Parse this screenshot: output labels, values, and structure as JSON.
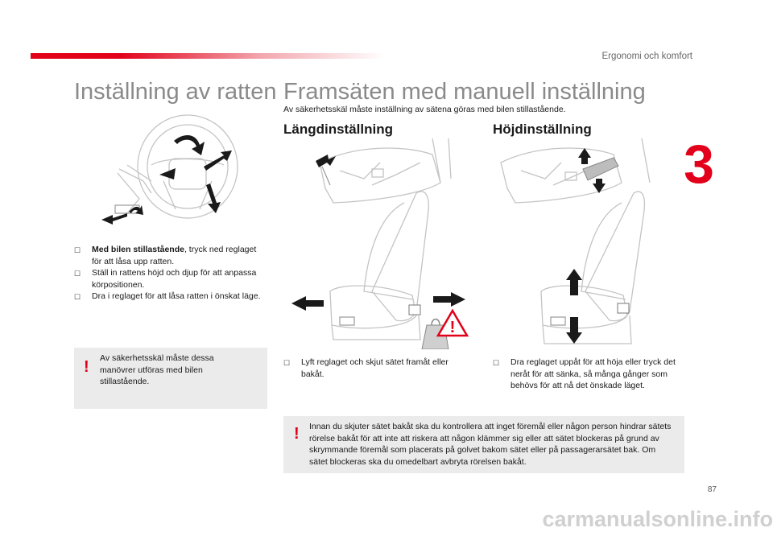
{
  "header": {
    "section": "Ergonomi och komfort",
    "chapter": "3",
    "page_number": "87"
  },
  "steering": {
    "title": "Inställning av ratten",
    "bullets": [
      {
        "bold": "Med bilen stillastående",
        "text": ", tryck ned reglaget för att låsa upp ratten."
      },
      {
        "bold": "",
        "text": "Ställ in rattens höjd och djup för att anpassa körpositionen."
      },
      {
        "bold": "",
        "text": "Dra i reglaget för att låsa ratten i önskat läge."
      }
    ],
    "warning": "Av säkerhetsskäl måste dessa manövrer utföras med bilen stillastående."
  },
  "seats": {
    "title": "Framsäten med manuell inställning",
    "intro": "Av säkerhetsskäl måste inställning av sätena göras med bilen stillastående.",
    "longitudinal": {
      "title": "Längdinställning",
      "bullet": "Lyft reglaget och skjut sätet framåt eller bakåt."
    },
    "height": {
      "title": "Höjdinställning",
      "bullet": "Dra reglaget uppåt för att höja eller tryck det neråt för att sänka, så många gånger som behövs för att nå det önskade läget."
    },
    "warning": "Innan du skjuter sätet bakåt ska du kontrollera att inget föremål eller någon person hindrar sätets rörelse bakåt för att inte att riskera att någon klämmer sig eller att sätet blockeras på grund av skrymmande föremål som placerats på golvet bakom sätet eller på passagerarsätet bak. Om sätet blockeras ska du omedelbart avbryta rörelsen bakåt."
  },
  "warning_symbol": "!",
  "bullet_icon": "check-box-icon",
  "colors": {
    "accent": "#e2001a",
    "title_gray": "#8a8a8a",
    "box_gray": "#ebebeb"
  },
  "watermark": "carmanualsonline.info"
}
